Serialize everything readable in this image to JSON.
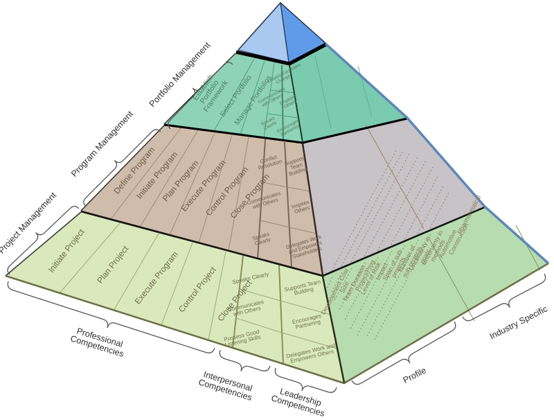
{
  "side_labels": {
    "project": "Project Management",
    "program": "Program Management",
    "portfolio": "Portfolio Management"
  },
  "bottom_labels": {
    "professional": "Professional Competencies",
    "interpersonal": "Interpersonal Competencies",
    "leadership": "Leadership Competencies",
    "profile": "Profile",
    "industry": "Industry Specific"
  },
  "portfolio_tier": {
    "columns": [
      "Establish Portfolio Framework",
      "Select Portfolio",
      "Manage Portfolios"
    ],
    "cells": {
      "change": "Initiates/Facilitates Change",
      "communicates": "Communicates with Others",
      "engages": "Engages Others",
      "speaks": "Speaks Clearly",
      "partnering": "Encourages Partnering"
    }
  },
  "program_tier": {
    "columns": [
      "Define Program",
      "Initiate Program",
      "Plan Program",
      "Execute Program",
      "Control Program",
      "Close Program"
    ],
    "interpersonal": [
      "Conflict Resolution",
      "Communicates with Others",
      "Speaks Clearly"
    ],
    "leadership": [
      "Supports Team Building",
      "Inspires Others",
      "Delegates Work and Empowers Stakeholders"
    ]
  },
  "project_tier": {
    "columns": [
      "Initiate Project",
      "Plan Project",
      "Execute Program",
      "Control Project",
      "Close Project"
    ],
    "interpersonal": [
      "Speaks Clearly",
      "Communicates with Others",
      "Possess Good Listening Skills"
    ],
    "leadership": [
      "Supports Team Building",
      "Encourages Partnering",
      "Delegates Work and Empowers Others"
    ]
  },
  "right_face": {
    "profile": [
      "Development Cost",
      "Size",
      "Team Duration",
      "Project/Prog Level of Risk",
      "Impact",
      "Span of sub-projects",
      "Number of sub-projects",
      "Uncertainty in goals",
      "Uncertainty in methods"
    ],
    "industry": [
      "Automotive",
      "Construction",
      "Pharmaceutical"
    ]
  },
  "colors": {
    "apex_left": "#a9c9f1",
    "apex_right": "#5f9be9",
    "portfolio_front": "#8ed3b7",
    "portfolio_right": "#7acbb0",
    "program_front": "#cfbcab",
    "program_right": "#c7c3c7",
    "project_front": "#d9e9bc",
    "project_right": "#b7dcb0",
    "edge_blue": "#5d87b8"
  }
}
